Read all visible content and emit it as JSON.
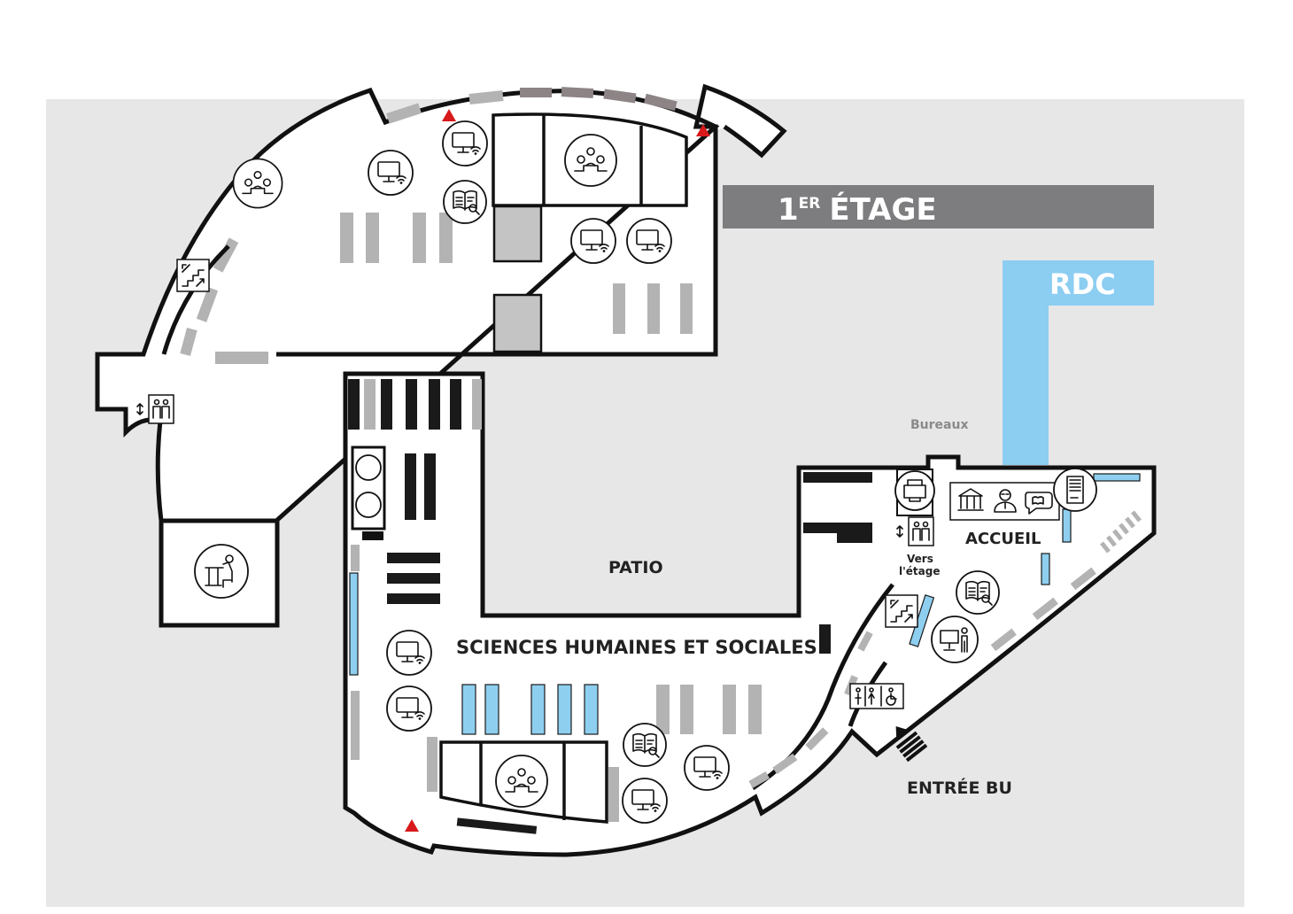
{
  "floor_labels": {
    "first_floor": "1",
    "first_floor_sup": "ER",
    "first_floor_rest": "ÉTAGE",
    "ground_floor": "RDC"
  },
  "areas": {
    "patio": "PATIO",
    "sciences": "SCIENCES HUMAINES ET SOCIALES",
    "accueil": "ACCUEIL",
    "bureaux": "Bureaux",
    "vers_etage_line1": "Vers",
    "vers_etage_line2": "l'étage",
    "entree": "ENTRÉE BU"
  },
  "colors": {
    "background": "#e7e7e7",
    "first_floor_band": "#7d7c7e",
    "ground_floor_band": "#8ccdf2",
    "shelf_grey": "#b3b3b3",
    "shelf_blue": "#8ecff0",
    "exit_marker": "#d7191c",
    "walls": "#111111"
  },
  "icons": [
    "group-room-icon",
    "computer-wifi-icon",
    "reading-catalog-icon",
    "stairs-icon",
    "elevator-icon",
    "study-desk-icon",
    "toilets-icon",
    "vending-machine-icon",
    "photocopier-icon",
    "library-building-icon",
    "librarian-icon",
    "help-chat-icon",
    "exit-marker-icon",
    "entrance-arrow-icon",
    "presentation-screen-icon"
  ]
}
